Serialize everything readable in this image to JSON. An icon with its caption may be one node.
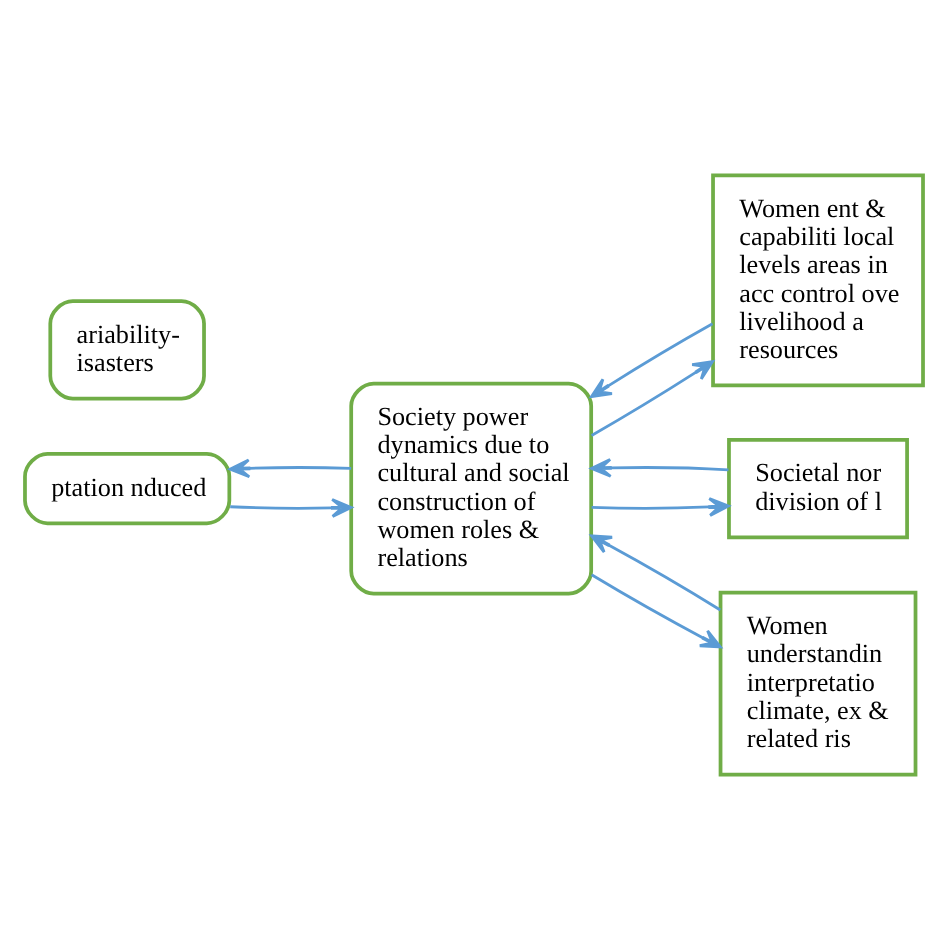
{
  "diagram": {
    "nodes": [
      {
        "text": [
          "ariability- isasters"
        ]
      },
      {
        "text": [
          "ptation nduced"
        ]
      },
      {
        "text": [
          "Society power dynamics due to cultural and social construction of women roles & relations"
        ]
      },
      {
        "text": [
          "Women ent & capabiliti local levels areas in acc control ove livelihood a resources"
        ]
      },
      {
        "text": [
          "Societal nor division of l"
        ]
      },
      {
        "text": [
          "Women understandin interpretatio climate, ex & related ris"
        ]
      }
    ],
    "edges": [
      {
        "from": 2,
        "to": 1,
        "arrow": "to"
      },
      {
        "from": 1,
        "to": 2,
        "arrow": "to"
      },
      {
        "from": 2,
        "to": 3,
        "arrow": "to"
      },
      {
        "from": 2,
        "to": 4,
        "arrow": "to"
      },
      {
        "from": 2,
        "to": 5,
        "arrow": "to"
      },
      {
        "from": 3,
        "to": 2,
        "arrow": "to"
      },
      {
        "from": 4,
        "to": 2,
        "arrow": "to"
      },
      {
        "from": 5,
        "to": 2,
        "arrow": "to"
      }
    ]
  }
}
